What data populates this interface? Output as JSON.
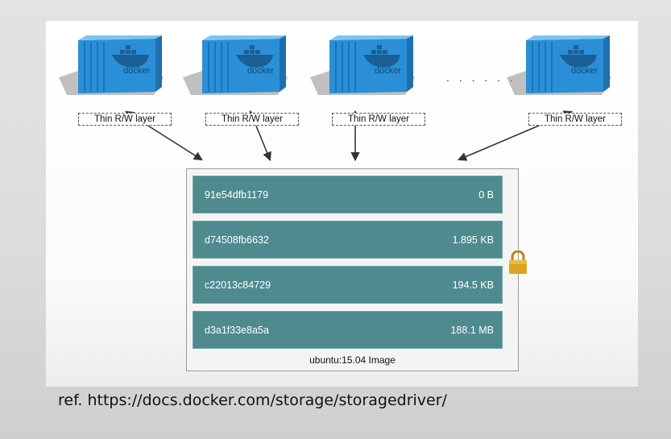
{
  "diagram": {
    "containers": [
      {
        "logo_text": "docker",
        "layer_label": "Thin R/W layer"
      },
      {
        "logo_text": "docker",
        "layer_label": "Thin R/W layer"
      },
      {
        "logo_text": "docker",
        "layer_label": "Thin R/W layer"
      },
      {
        "logo_text": "docker",
        "layer_label": "Thin R/W layer"
      }
    ],
    "ellipsis": ". . . . . .",
    "image": {
      "label": "ubuntu:15.04 Image",
      "layers": [
        {
          "id": "91e54dfb1179",
          "size": "0 B"
        },
        {
          "id": "d74508fb6632",
          "size": "1.895 KB"
        },
        {
          "id": "c22013c84729",
          "size": "194.5 KB"
        },
        {
          "id": "d3a1f33e8a5a",
          "size": "188.1 MB"
        }
      ]
    },
    "icons": {
      "lock": "lock-icon",
      "container": "shipping-container-icon",
      "whale": "docker-whale-icon"
    },
    "colors": {
      "container_blue": "#2a8fd6",
      "layer_teal": "#4f8a8f",
      "lock_gold": "#d9a520"
    }
  },
  "caption": "ref. https://docs.docker.com/storage/storagedriver/"
}
